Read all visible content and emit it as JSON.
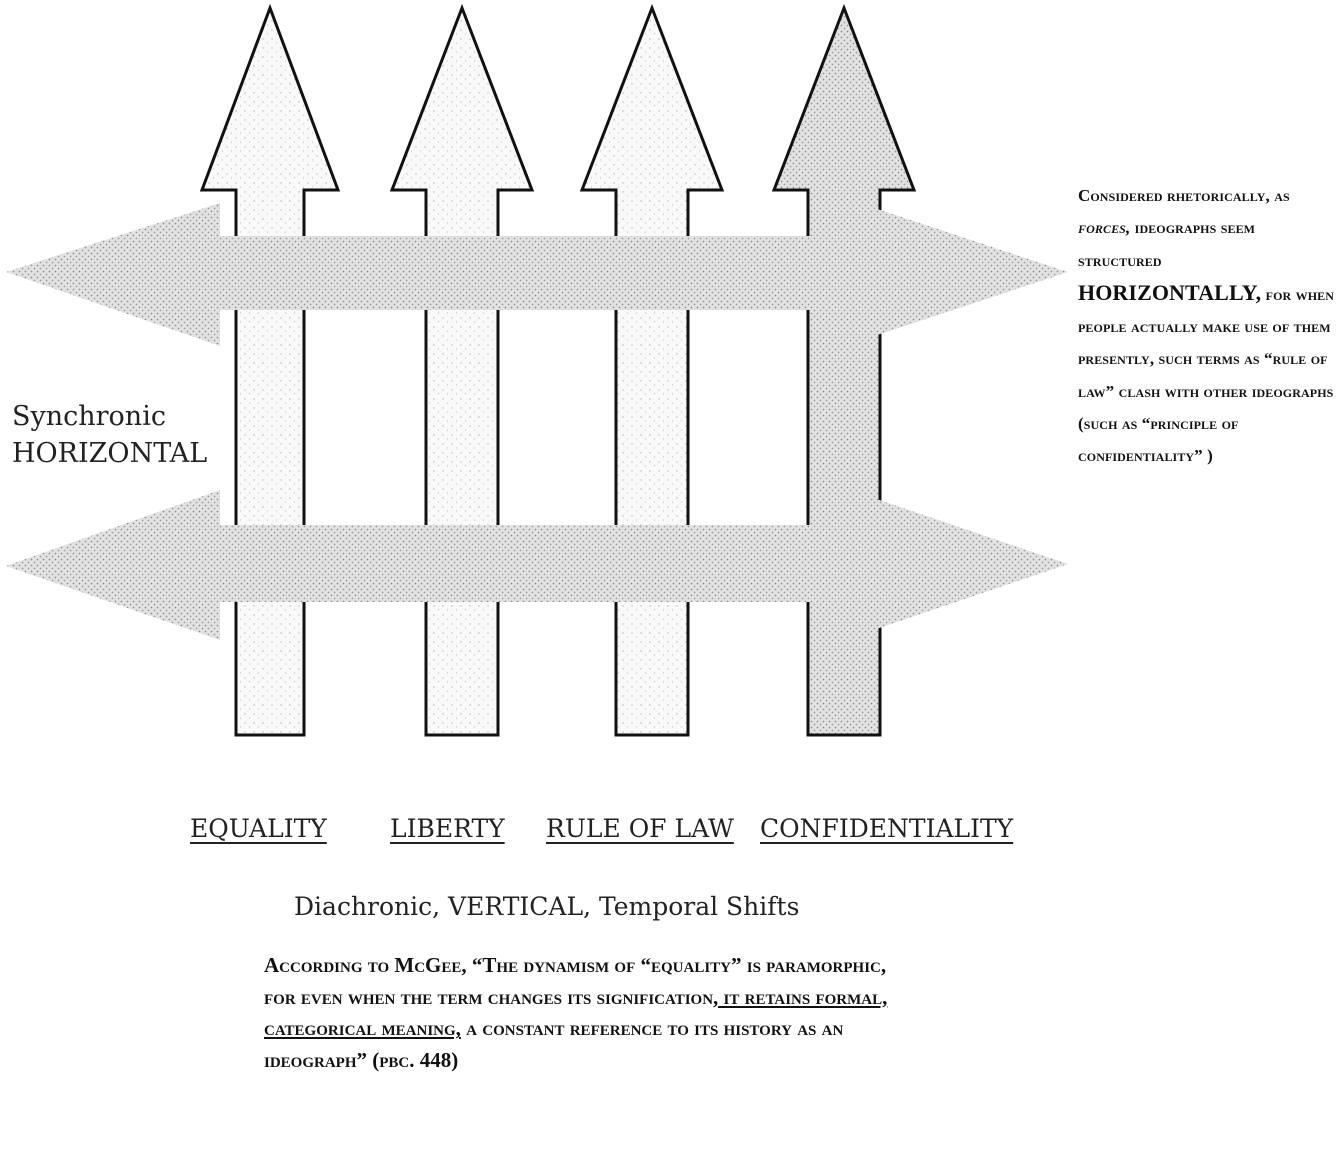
{
  "diagram": {
    "left_label": {
      "line1": "Synchronic",
      "line2": "HORIZONTAL"
    },
    "side_note": {
      "part1": "Considered rhetorically, as",
      "forces": "forces,",
      "part2": "ideographs seem structured",
      "horizontally": "HORIZONTALLY,",
      "part3": "for when people actually make use of them presently, such terms as “rule of law” clash with other ideographs (such as “principle of confidentiality” )"
    },
    "categories": [
      "EQUALITY",
      "LIBERTY",
      "RULE OF LAW",
      "CONFIDENTIALITY"
    ],
    "caption": "Diachronic, VERTICAL, Temporal Shifts",
    "quote": {
      "part1": "According to McGee, “The dynamism of “equality” is paramorphic, for even when the term changes its signification",
      "underlined": ", it retains formal, categorical meaning,",
      "part2": "a constant reference to its history as an ideograph” (pbc. 448)"
    },
    "colors": {
      "stroke": "#111111",
      "fill_light": "#f7f7f7",
      "fill_dotted": "#dedede"
    }
  }
}
